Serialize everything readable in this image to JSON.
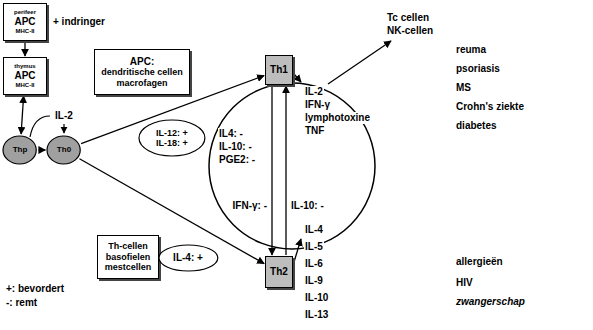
{
  "diagram": {
    "nodes": [
      {
        "text": [
          "perifeer",
          "APC",
          "MHC-II"
        ]
      },
      {
        "text": [
          "thymus",
          "APC",
          "MHC-II"
        ]
      },
      {
        "text": [
          "Thp"
        ]
      },
      {
        "text": [
          "Th0"
        ]
      },
      {
        "text": [
          "APC:",
          "dendritische cellen macrofagen"
        ]
      },
      {
        "text": [
          "IL-12: +",
          "IL-18: +"
        ]
      },
      {
        "text": [
          "Th1"
        ]
      },
      {
        "text": [
          "Th2"
        ]
      },
      {
        "text": [
          "Th-cellen basofielen mestcellen"
        ]
      },
      {
        "text": [
          "IL-4: +"
        ]
      }
    ],
    "edges": [
      {
        "from": 0,
        "to": 1,
        "arrow": "to"
      },
      {
        "from": 1,
        "to": 2,
        "arrow": "both"
      },
      {
        "from": 2,
        "to": 3,
        "arrow": "to"
      },
      {
        "from": 3,
        "to": 6,
        "arrow": "to"
      },
      {
        "from": 3,
        "to": 7,
        "arrow": "to"
      },
      {
        "from": 6,
        "to": 7,
        "arrow": "to",
        "label": "IFN-γ: -"
      },
      {
        "from": 7,
        "to": 6,
        "arrow": "to",
        "label": "IL-10: -"
      }
    ],
    "labels": [
      "+ indringer",
      "IL-2",
      "IL4: -",
      "IL-10: -",
      "PGE2: -",
      "IL-2",
      "IFN-γ",
      "lymphotoxine",
      "TNF",
      "Tc cellen",
      "NK-cellen",
      "reuma",
      "psoriasis",
      "MS",
      "Crohn's ziekte",
      "diabetes",
      "IL-4",
      "IL-5",
      "IL-6",
      "IL-9",
      "IL-10",
      "IL-13",
      "allergieën",
      "HIV",
      "zwangerschap"
    ],
    "legend": [
      {
        "text": "+: bevordert"
      },
      {
        "text": "-: remt"
      }
    ]
  }
}
